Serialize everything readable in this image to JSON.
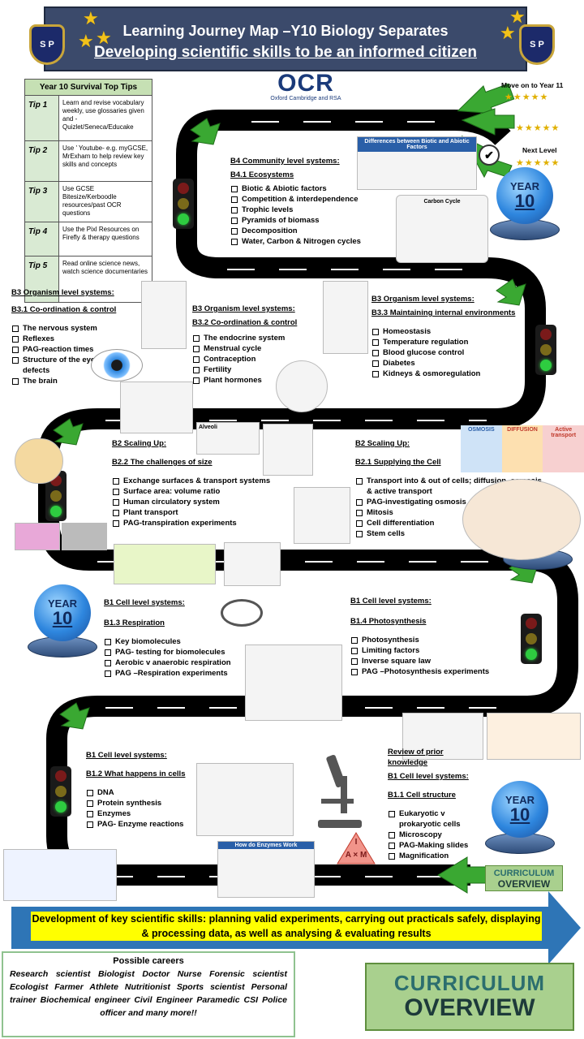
{
  "header": {
    "title": "Learning Journey Map –Y10 Biology Separates",
    "subtitle": "Developing scientific skills  to be an informed citizen",
    "logo_text": "S P"
  },
  "ocr": {
    "brand": "OCR",
    "tagline": "Oxford Cambridge and RSA"
  },
  "progress": {
    "move_on": "Move on to Year 11",
    "next_level": "Next Level",
    "stars": "★★★★★"
  },
  "year_badge": {
    "label": "YEAR",
    "number": "10"
  },
  "tips": {
    "heading": "Year 10 Survival Top Tips",
    "items": [
      {
        "key": "Tip 1",
        "text": "Learn and revise vocabulary weekly, use glossaries given and - Quizlet/Seneca/Educake"
      },
      {
        "key": "Tip 2",
        "text": "Use ' Youtube- e.g. myGCSE, MrExham  to help review key skills and concepts"
      },
      {
        "key": "Tip 3",
        "text": "Use GCSE Bitesize/Kerboodle resources/past OCR questions"
      },
      {
        "key": "Tip 4",
        "text": "Use the Pixl Resources on Firefly & therapy questions"
      },
      {
        "key": "Tip 5",
        "text": "Read online science news, watch science documentaries"
      }
    ]
  },
  "b4": {
    "title": "B4 Community level systems:",
    "sub": "B4.1 Ecosystems",
    "items": [
      "Biotic & Abiotic factors",
      "Competition & interdependence",
      "Trophic levels",
      "Pyramids of biomass",
      "Decomposition",
      "Water, Carbon & Nitrogen cycles"
    ],
    "image_caption": "Differences between Biotic and Abiotic Factors",
    "cycle_caption": "Carbon Cycle"
  },
  "b33": {
    "title": "B3 Organism  level systems:",
    "sub": "B3.3 Maintaining internal environments",
    "items": [
      "Homeostasis",
      "Temperature regulation",
      "Blood glucose control",
      "Diabetes",
      "Kidneys & osmoregulation"
    ]
  },
  "b32": {
    "title": "B3 Organism  level systems:",
    "sub": "B3.2 Co-ordination & control",
    "items": [
      "The endocrine system",
      "Menstrual cycle",
      "Contraception",
      "Fertility",
      "Plant hormones"
    ]
  },
  "b31": {
    "title": "B3 Organism  level systems:",
    "sub": "B3.1 Co-ordination & control",
    "items": [
      "The nervous system",
      "Reflexes",
      "PAG-reaction times",
      "Structure of the eye & eye defects",
      "The brain"
    ]
  },
  "b22": {
    "title": "B2 Scaling Up:",
    "sub": "B2.2 The challenges of size",
    "items": [
      "Exchange surfaces & transport systems",
      "Surface area: volume ratio",
      "Human circulatory system",
      "Plant transport",
      "PAG-transpiration experiments"
    ],
    "alveoli": "Alveoli"
  },
  "b21": {
    "title": "B2 Scaling Up:",
    "sub": "B2.1 Supplying the Cell",
    "items": [
      "Transport  into & out of cells; diffusion, osmosis & active transport",
      "PAG-investigating osmosis",
      "Mitosis",
      "Cell differentiation",
      "Stem cells"
    ],
    "osmosis": "OSMOSIS",
    "diffusion": "DIFFUSION",
    "active": "Active transport"
  },
  "b13": {
    "title": "B1 Cell level systems:",
    "sub": "B1.3 Respiration",
    "items": [
      "Key biomolecules",
      "PAG- testing for biomolecules",
      "Aerobic v anaerobic respiration",
      "PAG –Respiration experiments"
    ]
  },
  "b14": {
    "title": "B1 Cell level systems:",
    "sub": "B1.4 Photosynthesis",
    "items": [
      "Photosynthesis",
      "Limiting factors",
      "Inverse square  law",
      "PAG –Photosynthesis experiments"
    ]
  },
  "b12": {
    "title": "B1 Cell level systems:",
    "sub": "B1.2 What happens in cells",
    "items": [
      "DNA",
      "Protein synthesis",
      "Enzymes",
      "PAG- Enzyme reactions"
    ],
    "enzymes_caption": "How do Enzymes Work"
  },
  "b11": {
    "pre": "Review of prior knowledge",
    "title": "B1 Cell level systems:",
    "sub": "B1.1 Cell structure",
    "items": [
      "Eukaryotic v prokaryotic cells",
      "Microscopy",
      "PAG-Making slides",
      "Magnification"
    ],
    "formula": "I",
    "formula_b": "A × M"
  },
  "skills": "Development of key scientific skills: planning valid experiments, carrying out practicals safely, displaying & processing data, as well as analysing & evaluating results",
  "careers": {
    "title": "Possible careers",
    "text": "Research scientist  Biologist  Doctor  Nurse  Forensic scientist  Ecologist  Farmer  Athlete  Nutritionist  Sports scientist  Personal trainer  Biochemical engineer  Civil Engineer  Paramedic  CSI  Police officer  and many more!!"
  },
  "curriculum": {
    "line1": "CURRICULUM",
    "line2": "OVERVIEW"
  },
  "colors": {
    "road": "#000000",
    "header": "#3b4a6b",
    "arrow_green": "#3aa832",
    "arrow_blue": "#2e75b6",
    "highlight": "#ffff00"
  }
}
